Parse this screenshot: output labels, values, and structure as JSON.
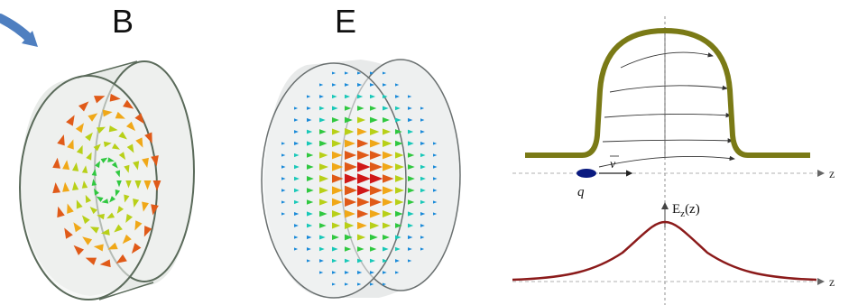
{
  "panels": {
    "magnetic": {
      "label": "B"
    },
    "electric": {
      "label": "E"
    }
  },
  "cavity_profile": {
    "charge_label": "q",
    "velocity_label": "v",
    "axis_label": "z",
    "field_label_main": "E",
    "field_label_sub": "z",
    "field_label_arg": "(z)",
    "lower_axis_label": "z"
  },
  "colors": {
    "cavity_wall": "#7a7a16",
    "field_curve": "#8b1a1a",
    "pointer_arrow": "#4f7fc0",
    "charge": "#0a1a80"
  },
  "icons": [
    "pointer-arrow-icon"
  ]
}
